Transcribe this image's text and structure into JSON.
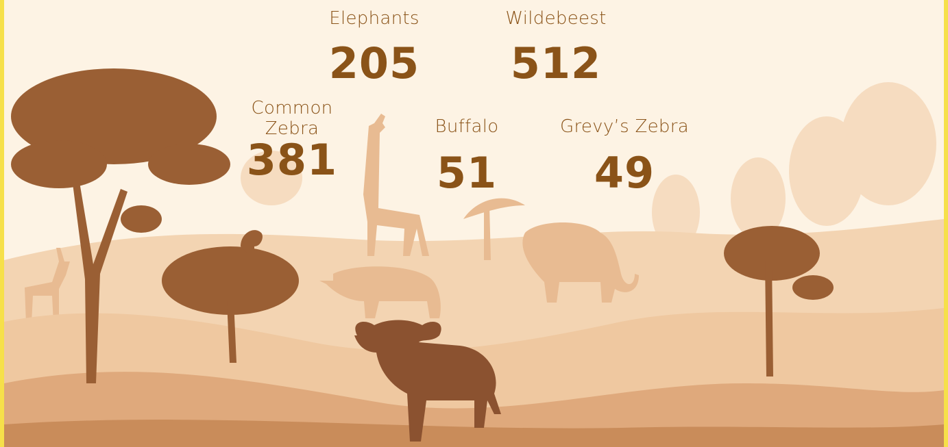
{
  "stats": {
    "elephants": {
      "label": "Elephants",
      "value": "205"
    },
    "wildebeest": {
      "label": "Wildebeest",
      "value": "512"
    },
    "common_zebra": {
      "label": "Common\nZebra",
      "value": "381"
    },
    "buffalo": {
      "label": "Buffalo",
      "value": "51"
    },
    "grevys_zebra": {
      "label": "Grevy’s Zebra",
      "value": "49"
    }
  },
  "colors": {
    "frame": "#f6e04a",
    "sky": "#fdf3e4",
    "text": "#8a5318",
    "silhouette_dark": "#9a5f34",
    "silhouette_mid": "#d9a77c",
    "silhouette_light": "#eec9a4"
  }
}
